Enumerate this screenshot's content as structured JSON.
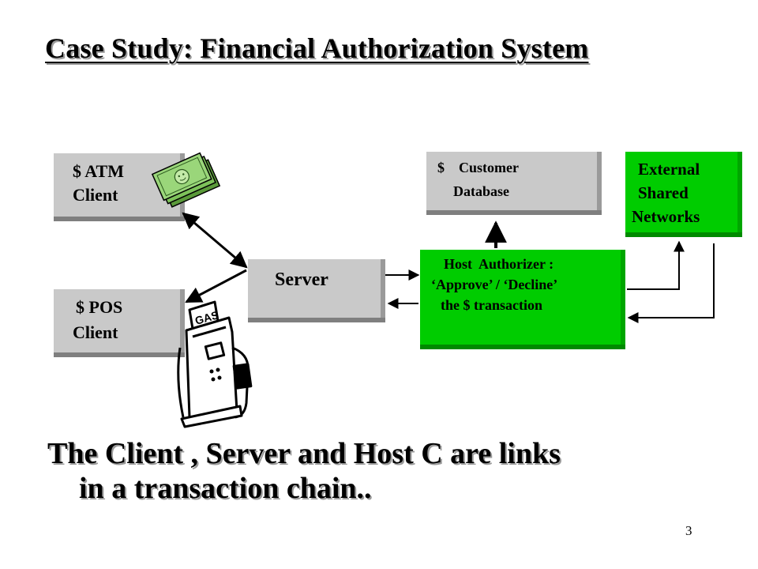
{
  "title": "Case Study:  Financial  Authorization  System",
  "nodes": {
    "atm_client": {
      "line1": "$  ATM",
      "line2": "Client"
    },
    "pos_client": {
      "line1": "$ POS",
      "line2": "Client"
    },
    "server": {
      "label": "Server"
    },
    "customer_db": {
      "line1": "$    Customer",
      "line2": "Database"
    },
    "host_authorizer": {
      "line1": "Host  Authorizer :",
      "line2": "‘Approve’ / ‘Decline’",
      "line3": "the $ transaction"
    },
    "external_networks": {
      "line1": "External",
      "line2": "Shared",
      "line3": "Networks"
    }
  },
  "caption": {
    "line1": "The Client , Server and Host C are links",
    "line2": "in a transaction chain.."
  },
  "page_number": "3",
  "colors": {
    "gray_box": "#c9c9c9",
    "green_box": "#00cc00",
    "arrow": "#000000"
  },
  "icons": [
    "money-stack-icon",
    "gas-pump-icon"
  ]
}
